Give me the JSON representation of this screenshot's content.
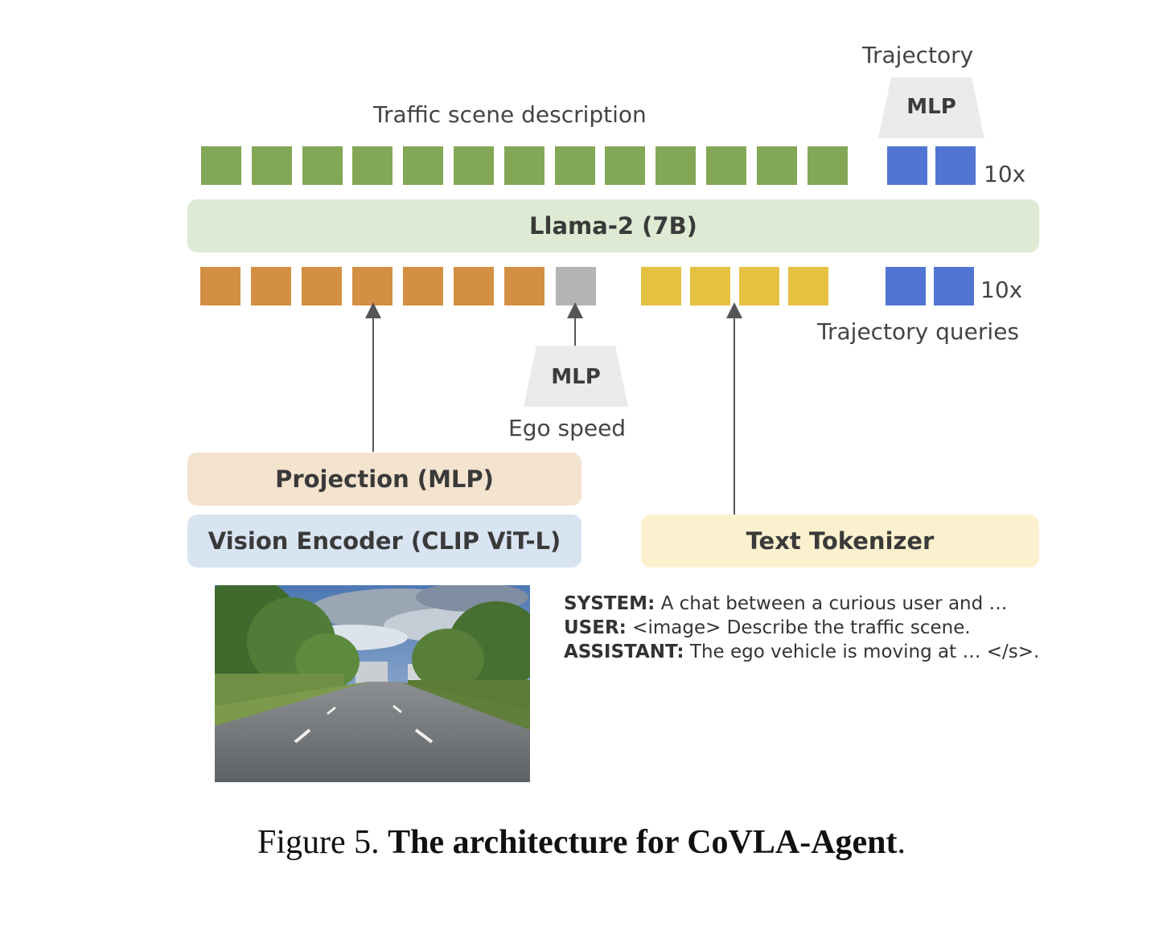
{
  "labels": {
    "trajectory_top": "Trajectory",
    "traffic_scene_description": "Traffic scene description",
    "repeat_top": "10x",
    "repeat_bottom": "10x",
    "trajectory_queries": "Trajectory queries",
    "ego_speed": "Ego speed"
  },
  "blocks": {
    "llm": "Llama-2 (7B)",
    "mlp_top": "MLP",
    "mlp_ego": "MLP",
    "projection": "Projection (MLP)",
    "vision_encoder": "Vision Encoder (CLIP ViT-L)",
    "text_tokenizer": "Text Tokenizer"
  },
  "prompt": {
    "system_key": "SYSTEM:",
    "system_text": " A chat between a curious user and …",
    "user_key": "USER:",
    "user_text": " <image> Describe the traffic scene.",
    "assistant_key": "ASSISTANT:",
    "assistant_text": " The ego vehicle is moving at … </s>."
  },
  "caption": {
    "prefix": "Figure 5. ",
    "title": "The architecture for CoVLA-Agent",
    "suffix": "."
  },
  "tokens": {
    "output_text_count": 13,
    "output_trajectory_count": 2,
    "input_vision_count": 7,
    "input_speed_count": 1,
    "input_text_count": 4,
    "input_query_count": 2
  },
  "colors": {
    "text_token": "#82a756",
    "trajectory_token": "#5175d2",
    "vision_token": "#d38f43",
    "speed_token": "#b4b4b4",
    "prompt_token": "#e5c142",
    "llm_box": "#deead3",
    "projection_box": "#f3e3cf",
    "vision_box": "#d9e4f2",
    "tokenizer_box": "#fbf1cf",
    "mlp_trapezoid": "#ebebeb"
  }
}
